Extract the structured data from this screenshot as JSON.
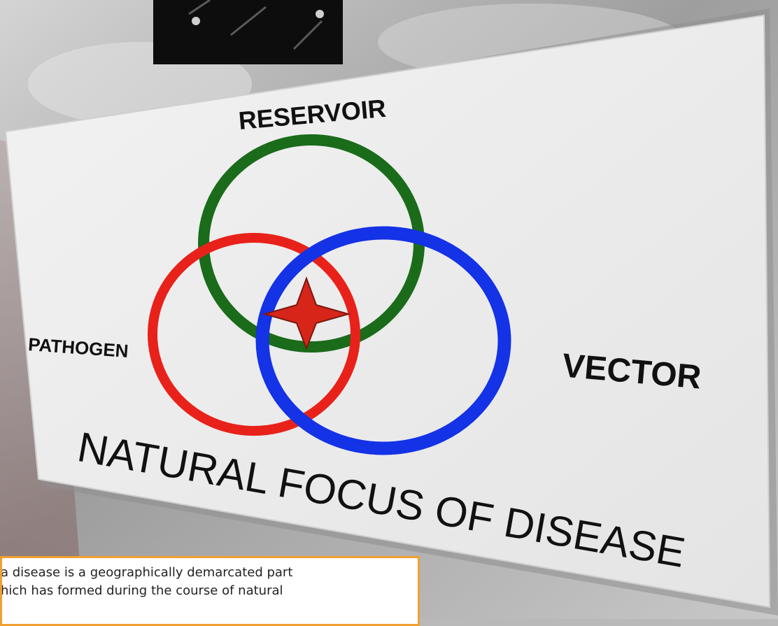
{
  "diagram": {
    "title": "NATURAL FOCUS OF DISEASE",
    "labels": {
      "reservoir": "RESERVOIR",
      "pathogen": "PATHOGEN",
      "vector": "VECTOR"
    },
    "circles": [
      {
        "name": "reservoir",
        "color": "#1a6b1a"
      },
      {
        "name": "pathogen",
        "color": "#e8221a"
      },
      {
        "name": "vector",
        "color": "#1432e6"
      }
    ],
    "center_mark_color": "#d8251a"
  },
  "caption": {
    "line1": "a disease is a geographically demarcated part",
    "line2": "hich has formed during the course of natural"
  }
}
